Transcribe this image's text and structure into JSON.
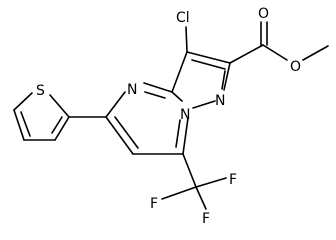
{
  "atoms": {
    "chloro": "Cl",
    "carbonyl_oxygen": "O",
    "ester_oxygen": "O",
    "ring_nitrogen_left": "N",
    "ring_nitrogen_bridge": "N",
    "ring_nitrogen_right": "N",
    "thiophene_sulfur": "S",
    "fluorine_1": "F",
    "fluorine_2": "F",
    "fluorine_3": "F"
  },
  "colors": {
    "bond": "#000000",
    "label": "#000000",
    "background": "#ffffff"
  }
}
